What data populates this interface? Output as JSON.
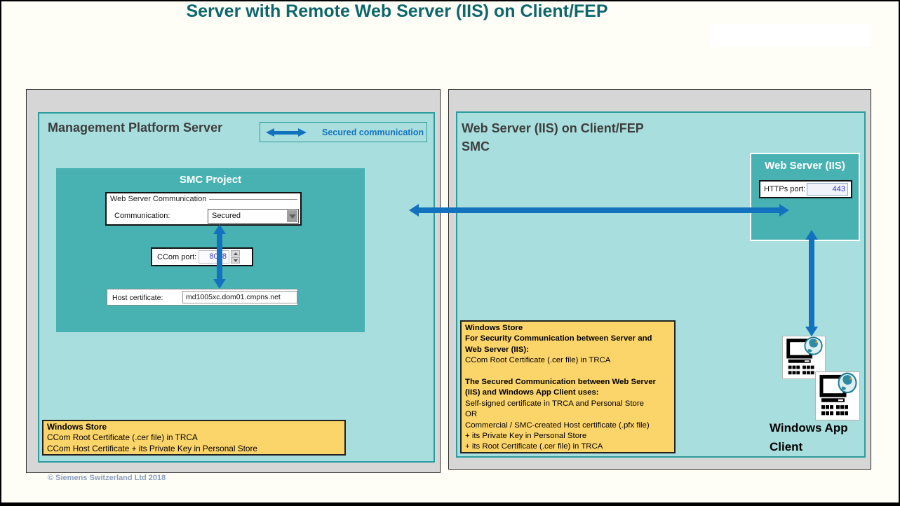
{
  "title": "Server with Remote Web Server (IIS) on Client/FEP",
  "legend": {
    "label": "Secured communication"
  },
  "left_panel": {
    "heading": "Management Platform Server",
    "smc_project": {
      "title": "SMC Project",
      "group": {
        "title": "Web Server Communication",
        "communication_label": "Communication:",
        "communication_value": "Secured"
      },
      "ccom_port_label": "CCom port:",
      "ccom_port_value": "8008",
      "host_cert_label": "Host certificate:",
      "host_cert_value": "md1005xc.dom01.cmpns.net"
    },
    "note_lines": [
      "Windows Store",
      "CCom Root Certificate (.cer file) in TRCA",
      "CCom Host Certificate + its Private Key in Personal Store"
    ]
  },
  "right_panel": {
    "heading_line1": "Web Server (IIS) on Client/FEP",
    "heading_line2": "SMC",
    "web_server_box": {
      "title": "Web Server (IIS)",
      "https_port_label": "HTTPs port:",
      "https_port_value": "443"
    },
    "note_lines": [
      "Windows Store",
      "For Security Communication between Server and",
      "Web Server (IIS):",
      "CCom Root Certificate (.cer file) in TRCA",
      "",
      "The Secured Communication between Web Server",
      "(IIS) and Windows App Client uses:",
      "Self-signed certificate in TRCA and Personal Store",
      "OR",
      "Commercial / SMC-created Host certificate (.pfx file)",
      "+  its Private Key in Personal Store",
      "+  its Root Certificate (.cer file) in TRCA"
    ],
    "client_label_line1": "Windows App",
    "client_label_line2": "Client"
  },
  "footer": {
    "copyright_partial": "© Siemens Switzerland Ltd 2018"
  },
  "colors": {
    "title_teal": "#0d676d",
    "arrow_blue": "#1272bd",
    "panel_teal_border": "#2d9c9c",
    "panel_teal_light": "#a9dede",
    "box_teal": "#48b2b2",
    "note_yellow": "#fcd56a",
    "value_blue": "#3533c9",
    "heading_gray": "#3d3d3d"
  }
}
